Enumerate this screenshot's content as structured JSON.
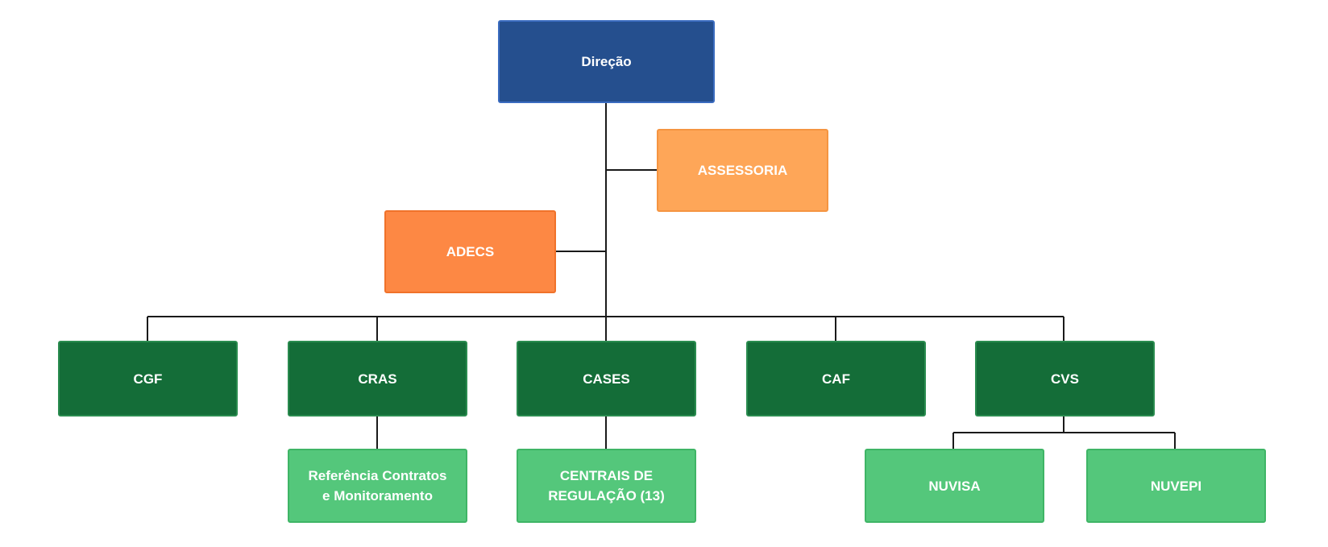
{
  "org_chart": {
    "root": {
      "label": "Direção"
    },
    "staff_units": [
      {
        "label": "ASSESSORIA"
      },
      {
        "label": "ADECS"
      }
    ],
    "departments": [
      {
        "label": "CGF",
        "subunits": []
      },
      {
        "label": "CRAS",
        "subunits": [
          {
            "label": "Referência Contratos\ne Monitoramento"
          }
        ]
      },
      {
        "label": "CASES",
        "subunits": [
          {
            "label": "CENTRAIS DE\nREGULAÇÃO (13)"
          }
        ]
      },
      {
        "label": "CAF",
        "subunits": []
      },
      {
        "label": "CVS",
        "subunits": [
          {
            "label": "NUVISA"
          },
          {
            "label": "NUVEPI"
          }
        ]
      }
    ]
  },
  "colors": {
    "root": "#254f8e",
    "assessoria": "#fea658",
    "adecs": "#fd8844",
    "department": "#146d38",
    "subunit": "#54c77b",
    "connector": "#1a1a1a"
  }
}
